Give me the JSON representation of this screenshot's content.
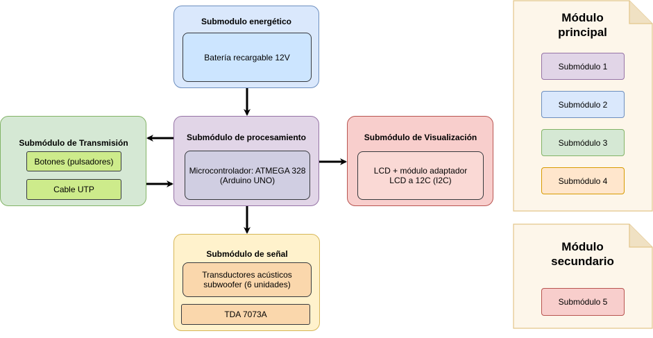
{
  "energetico": {
    "title": "Submodulo energético",
    "item": "Batería recargable 12V"
  },
  "procesamiento": {
    "title": "Submódulo de procesamiento",
    "item": "Microcontrolador: ATMEGA 328\n(Arduino UNO)"
  },
  "transmision": {
    "title": "Submódulo de Transmisión",
    "items": [
      "Botones (pulsadores)",
      "Cable UTP"
    ]
  },
  "visualizacion": {
    "title": "Submódulo de Visualización",
    "item": "LCD + módulo adaptador\nLCD a 12C (I2C)"
  },
  "senal": {
    "title": "Submódulo de señal",
    "items": [
      "Transductores acústicos\nsubwoofer (6 unidades)",
      "TDA 7073A"
    ]
  },
  "legend_principal": {
    "title": "Módulo\nprincipal",
    "items": [
      "Submódulo 1",
      "Submódulo 2",
      "Submódulo 3",
      "Submódulo 4"
    ]
  },
  "legend_secundario": {
    "title": "Módulo\nsecundario",
    "items": [
      "Submódulo 5"
    ]
  }
}
